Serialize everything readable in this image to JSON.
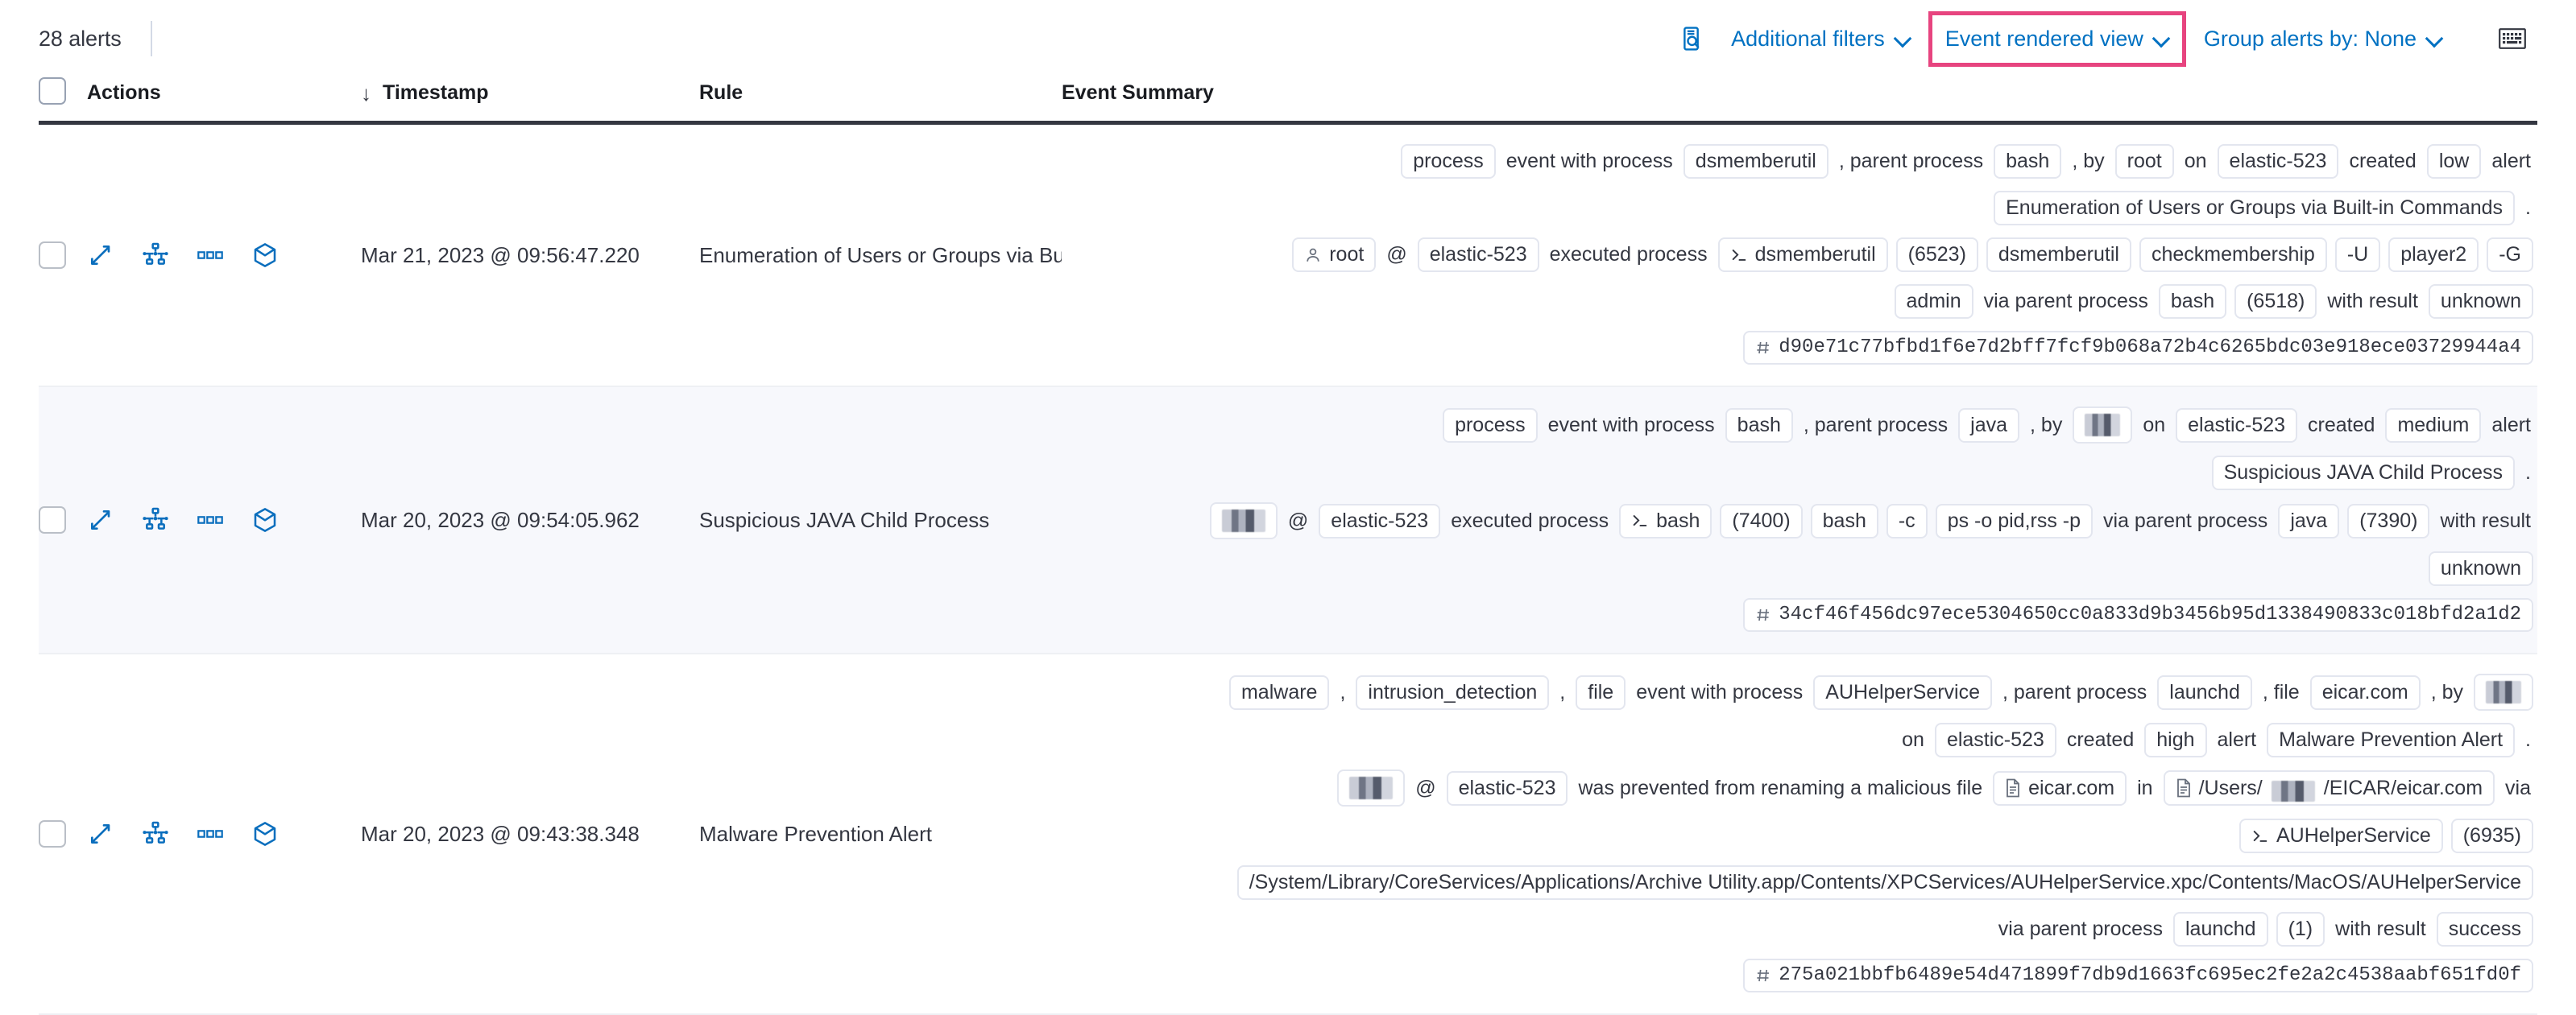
{
  "toolbar": {
    "alert_count": "28 alerts",
    "search_icon": "inspect-search-icon",
    "additional_filters_label": "Additional filters",
    "event_rendered_view_label": "Event rendered view",
    "group_alerts_label": "Group alerts by: None",
    "keyboard_icon": "keyboard-icon",
    "highlight_color": "#e7447f",
    "link_color": "#0071c2"
  },
  "table": {
    "columns": {
      "actions": "Actions",
      "timestamp": "Timestamp",
      "rule": "Rule",
      "event_summary": "Event Summary"
    },
    "sort_arrow": "↓",
    "action_icons": [
      "expand-icon",
      "analyzer-icon",
      "more-actions-icon",
      "session-view-icon"
    ]
  },
  "rows": [
    {
      "timestamp": "Mar 21, 2023 @ 09:56:47.220",
      "rule": "Enumeration of Users or Groups via Bui",
      "summary": [
        [
          {
            "t": "badge",
            "v": "process"
          },
          {
            "t": "txt",
            "v": "event with process"
          },
          {
            "t": "badge",
            "v": "dsmemberutil"
          },
          {
            "t": "txt",
            "v": ", parent process"
          },
          {
            "t": "badge",
            "v": "bash"
          },
          {
            "t": "txt",
            "v": ", by"
          },
          {
            "t": "badge",
            "v": "root"
          },
          {
            "t": "txt",
            "v": "on"
          },
          {
            "t": "badge",
            "v": "elastic-523"
          },
          {
            "t": "txt",
            "v": "created"
          },
          {
            "t": "badge",
            "v": "low"
          },
          {
            "t": "txt",
            "v": "alert"
          }
        ],
        [
          {
            "t": "badge",
            "v": "Enumeration of Users or Groups via Built-in Commands"
          },
          {
            "t": "txt",
            "v": "."
          }
        ],
        [
          {
            "t": "badge",
            "v": "root",
            "icon": "user-icon"
          },
          {
            "t": "txt",
            "v": "@"
          },
          {
            "t": "badge",
            "v": "elastic-523"
          },
          {
            "t": "txt",
            "v": "executed process"
          },
          {
            "t": "badge",
            "v": "dsmemberutil",
            "icon": "console-icon"
          },
          {
            "t": "badge",
            "v": "(6523)"
          },
          {
            "t": "badge",
            "v": "dsmemberutil"
          },
          {
            "t": "badge",
            "v": "checkmembership"
          },
          {
            "t": "badge",
            "v": "-U"
          },
          {
            "t": "badge",
            "v": "player2"
          },
          {
            "t": "badge",
            "v": "-G"
          }
        ],
        [
          {
            "t": "badge",
            "v": "admin"
          },
          {
            "t": "txt",
            "v": "via parent process"
          },
          {
            "t": "badge",
            "v": "bash"
          },
          {
            "t": "badge",
            "v": "(6518)"
          },
          {
            "t": "txt",
            "v": "with result"
          },
          {
            "t": "badge",
            "v": "unknown"
          }
        ],
        [
          {
            "t": "badge",
            "v": "d90e71c77bfbd1f6e7d2bff7fcf9b068a72b4c6265bdc03e918ece03729944a4",
            "icon": "hash-icon",
            "mono": true
          }
        ]
      ]
    },
    {
      "timestamp": "Mar 20, 2023 @ 09:54:05.962",
      "rule": "Suspicious JAVA Child Process",
      "summary": [
        [
          {
            "t": "badge",
            "v": "process"
          },
          {
            "t": "txt",
            "v": "event with process"
          },
          {
            "t": "badge",
            "v": "bash"
          },
          {
            "t": "txt",
            "v": ", parent process"
          },
          {
            "t": "badge",
            "v": "java"
          },
          {
            "t": "txt",
            "v": ", by"
          },
          {
            "t": "badge",
            "v": "",
            "redact": "w3"
          },
          {
            "t": "txt",
            "v": "on"
          },
          {
            "t": "badge",
            "v": "elastic-523"
          },
          {
            "t": "txt",
            "v": "created"
          },
          {
            "t": "badge",
            "v": "medium"
          },
          {
            "t": "txt",
            "v": "alert"
          }
        ],
        [
          {
            "t": "badge",
            "v": "Suspicious JAVA Child Process"
          },
          {
            "t": "txt",
            "v": "."
          }
        ],
        [
          {
            "t": "badge",
            "v": "",
            "redact": "w2"
          },
          {
            "t": "txt",
            "v": "@"
          },
          {
            "t": "badge",
            "v": "elastic-523"
          },
          {
            "t": "txt",
            "v": "executed process"
          },
          {
            "t": "badge",
            "v": "bash",
            "icon": "console-icon"
          },
          {
            "t": "badge",
            "v": "(7400)"
          },
          {
            "t": "badge",
            "v": "bash"
          },
          {
            "t": "badge",
            "v": "-c"
          },
          {
            "t": "badge",
            "v": "ps -o pid,rss -p"
          },
          {
            "t": "txt",
            "v": "via parent process"
          },
          {
            "t": "badge",
            "v": "java"
          },
          {
            "t": "badge",
            "v": "(7390)"
          },
          {
            "t": "txt",
            "v": "with result"
          }
        ],
        [
          {
            "t": "badge",
            "v": "unknown"
          }
        ],
        [
          {
            "t": "badge",
            "v": "34cf46f456dc97ece5304650cc0a833d9b3456b95d1338490833c018bfd2a1d2",
            "icon": "hash-icon",
            "mono": true
          }
        ]
      ]
    },
    {
      "timestamp": "Mar 20, 2023 @ 09:43:38.348",
      "rule": "Malware Prevention Alert",
      "summary": [
        [
          {
            "t": "badge",
            "v": "malware"
          },
          {
            "t": "txt",
            "v": ","
          },
          {
            "t": "badge",
            "v": "intrusion_detection"
          },
          {
            "t": "txt",
            "v": ","
          },
          {
            "t": "badge",
            "v": "file"
          },
          {
            "t": "txt",
            "v": "event with process"
          },
          {
            "t": "badge",
            "v": "AUHelperService"
          },
          {
            "t": "txt",
            "v": ", parent process"
          },
          {
            "t": "badge",
            "v": "launchd"
          },
          {
            "t": "txt",
            "v": ", file"
          },
          {
            "t": "badge",
            "v": "eicar.com"
          },
          {
            "t": "txt",
            "v": ", by"
          },
          {
            "t": "badge",
            "v": "",
            "redact": "w3"
          }
        ],
        [
          {
            "t": "txt",
            "v": "on"
          },
          {
            "t": "badge",
            "v": "elastic-523"
          },
          {
            "t": "txt",
            "v": "created"
          },
          {
            "t": "badge",
            "v": "high"
          },
          {
            "t": "txt",
            "v": "alert"
          },
          {
            "t": "badge",
            "v": "Malware Prevention Alert"
          },
          {
            "t": "txt",
            "v": "."
          }
        ],
        [
          {
            "t": "badge",
            "v": "",
            "redact": "w2"
          },
          {
            "t": "txt",
            "v": "@"
          },
          {
            "t": "badge",
            "v": "elastic-523"
          },
          {
            "t": "txt",
            "v": "was prevented from renaming a malicious file"
          },
          {
            "t": "badge",
            "v": "eicar.com",
            "icon": "file-icon"
          },
          {
            "t": "txt",
            "v": "in"
          },
          {
            "t": "badge",
            "v": "/Users/",
            "icon": "file-icon",
            "suffix": "/EICAR/eicar.com",
            "pathredact": true
          },
          {
            "t": "txt",
            "v": "via"
          }
        ],
        [
          {
            "t": "badge",
            "v": "AUHelperService",
            "icon": "console-icon"
          },
          {
            "t": "badge",
            "v": "(6935)"
          }
        ],
        [
          {
            "t": "badge",
            "v": "/System/Library/CoreServices/Applications/Archive Utility.app/Contents/XPCServices/AUHelperService.xpc/Contents/MacOS/AUHelperService"
          }
        ],
        [
          {
            "t": "txt",
            "v": "via parent process"
          },
          {
            "t": "badge",
            "v": "launchd"
          },
          {
            "t": "badge",
            "v": "(1)"
          },
          {
            "t": "txt",
            "v": "with result"
          },
          {
            "t": "badge",
            "v": "success"
          }
        ],
        [
          {
            "t": "badge",
            "v": "275a021bbfb6489e54d471899f7db9d1663fc695ec2fe2a2c4538aabf651fd0f",
            "icon": "hash-icon",
            "mono": true
          }
        ]
      ]
    }
  ]
}
